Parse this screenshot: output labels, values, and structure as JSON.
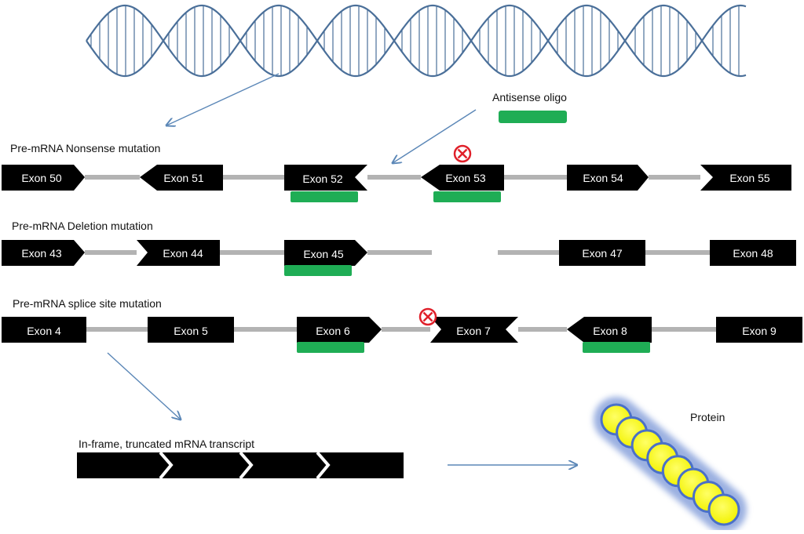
{
  "colors": {
    "dna": "#4a6f99",
    "exon": "#000000",
    "intron": "#b3b3b3",
    "oligo": "#1fad55",
    "arrow": "#5b87b7",
    "stop": "#e0202a",
    "protein_bead": "#ffff00",
    "protein_glow": "#4a70c8"
  },
  "labels": {
    "antisense_oligo": "Antisense oligo",
    "nonsense_title": "Pre-mRNA Nonsense mutation",
    "deletion_title": "Pre-mRNA Deletion mutation",
    "splice_title": "Pre-mRNA splice site mutation",
    "transcript_title": "In-frame, truncated mRNA transcript",
    "protein": "Protein"
  },
  "rows": {
    "nonsense": {
      "exons": [
        "Exon 50",
        "Exon 51",
        "Exon 52",
        "Exon 53",
        "Exon 54",
        "Exon 55"
      ],
      "oligo_targets": [
        "Exon 52",
        "Exon 53"
      ],
      "stop_mark_at": "Exon 53"
    },
    "deletion": {
      "exons": [
        "Exon 43",
        "Exon 44",
        "Exon 45",
        "Exon 47",
        "Exon 48"
      ],
      "oligo_targets": [
        "Exon 45"
      ]
    },
    "splice": {
      "exons": [
        "Exon 4",
        "Exon 5",
        "Exon 6",
        "Exon 7",
        "Exon 8",
        "Exon 9"
      ],
      "oligo_targets": [
        "Exon 6",
        "Exon 8"
      ],
      "stop_mark_at": "Exon 7"
    }
  }
}
